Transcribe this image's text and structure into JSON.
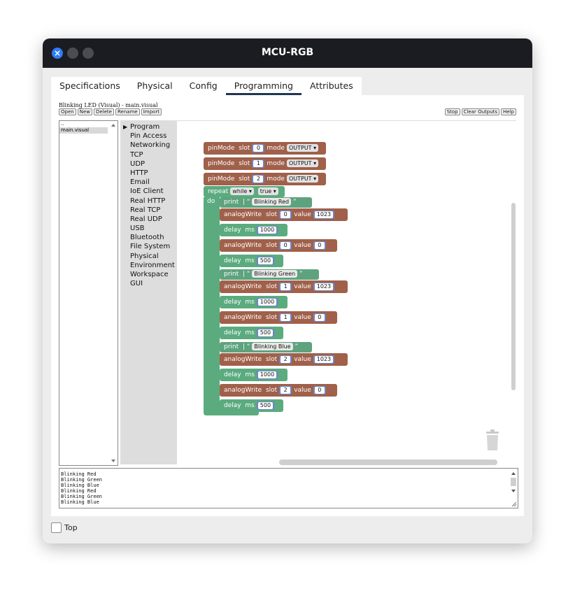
{
  "window": {
    "title": "MCU-RGB",
    "close_glyph": "×"
  },
  "tabs": [
    "Specifications",
    "Physical",
    "Config",
    "Programming",
    "Attributes"
  ],
  "active_tab": "Programming",
  "file_header": "Blinking LED (Visual) - main.visual",
  "toolbar_left": [
    "Open",
    "New",
    "Delete",
    "Rename",
    "Import"
  ],
  "toolbar_right": [
    "Stop",
    "Clear Outputs",
    "Help"
  ],
  "files": [
    "..",
    "main.visual"
  ],
  "selected_file": "main.visual",
  "categories": [
    "Program",
    "Pin Access",
    "Networking",
    "TCP",
    "UDP",
    "HTTP",
    "Email",
    "IoE Client",
    "Real HTTP",
    "Real TCP",
    "Real UDP",
    "USB",
    "Bluetooth",
    "File System",
    "Physical",
    "Environment",
    "Workspace",
    "GUI"
  ],
  "blocks": {
    "pinmode_label": "pinMode",
    "slot_label": "slot",
    "mode_label": "mode",
    "mode_value": "OUTPUT",
    "repeat_label": "repeat",
    "while_label": "while",
    "true_label": "true",
    "do_label": "do",
    "print_label": "print",
    "analogwrite_label": "analogWrite",
    "value_label": "value",
    "delay_label": "delay",
    "ms_label": "ms",
    "quote_open": "“",
    "quote_close": "”",
    "pinmodes": [
      "0",
      "1",
      "2"
    ],
    "sequence": [
      {
        "kind": "print",
        "text": "Blinking Red"
      },
      {
        "kind": "aw",
        "slot": "0",
        "value": "1023"
      },
      {
        "kind": "delay",
        "ms": "1000"
      },
      {
        "kind": "aw",
        "slot": "0",
        "value": "0"
      },
      {
        "kind": "delay",
        "ms": "500"
      },
      {
        "kind": "print",
        "text": "Blinking Green"
      },
      {
        "kind": "aw",
        "slot": "1",
        "value": "1023"
      },
      {
        "kind": "delay",
        "ms": "1000"
      },
      {
        "kind": "aw",
        "slot": "1",
        "value": "0"
      },
      {
        "kind": "delay",
        "ms": "500"
      },
      {
        "kind": "print",
        "text": "Blinking Blue"
      },
      {
        "kind": "aw",
        "slot": "2",
        "value": "1023"
      },
      {
        "kind": "delay",
        "ms": "1000"
      },
      {
        "kind": "aw",
        "slot": "2",
        "value": "0"
      },
      {
        "kind": "delay",
        "ms": "500"
      }
    ]
  },
  "console_lines": [
    "Blinking Red",
    "Blinking Green",
    "Blinking Blue",
    "Blinking Red",
    "Blinking Green",
    "Blinking Blue"
  ],
  "bottom": {
    "top_checkbox_label": "Top",
    "top_checked": false
  },
  "colors": {
    "titlebar": "#1a1c22",
    "close": "#2f7cf6",
    "tab_underline": "#1f3650",
    "block_brown": "#a0604a",
    "block_green": "#5bab7f",
    "number_slot": "#6d84c7"
  },
  "icons": [
    "close-icon",
    "minimize-icon",
    "maximize-icon",
    "expand-triangle-icon",
    "trash-icon",
    "resize-grip-icon"
  ]
}
